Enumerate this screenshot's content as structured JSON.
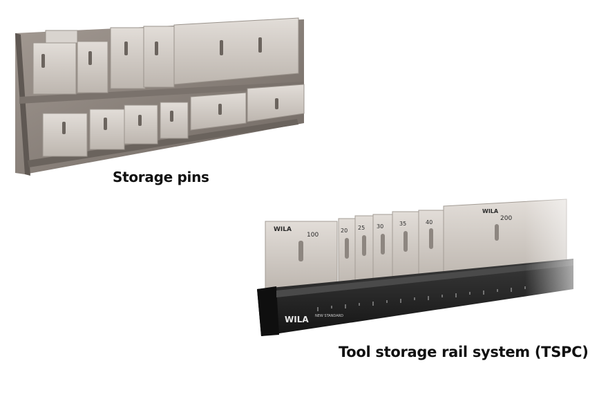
{
  "captions": {
    "storage_pins": "Storage pins",
    "rail_system": "Tool storage rail system (TSPC)"
  },
  "brand_mark": "WILA",
  "rail_print": "NEW STANDARD",
  "tool_labels": [
    "100",
    "20",
    "25",
    "30",
    "35",
    "40",
    "200"
  ],
  "colors": {
    "rack_steel": "#8f8680",
    "tool_aluminium": "#cfc9c3",
    "rail_black": "#1e1e1e",
    "text": "#111111"
  }
}
